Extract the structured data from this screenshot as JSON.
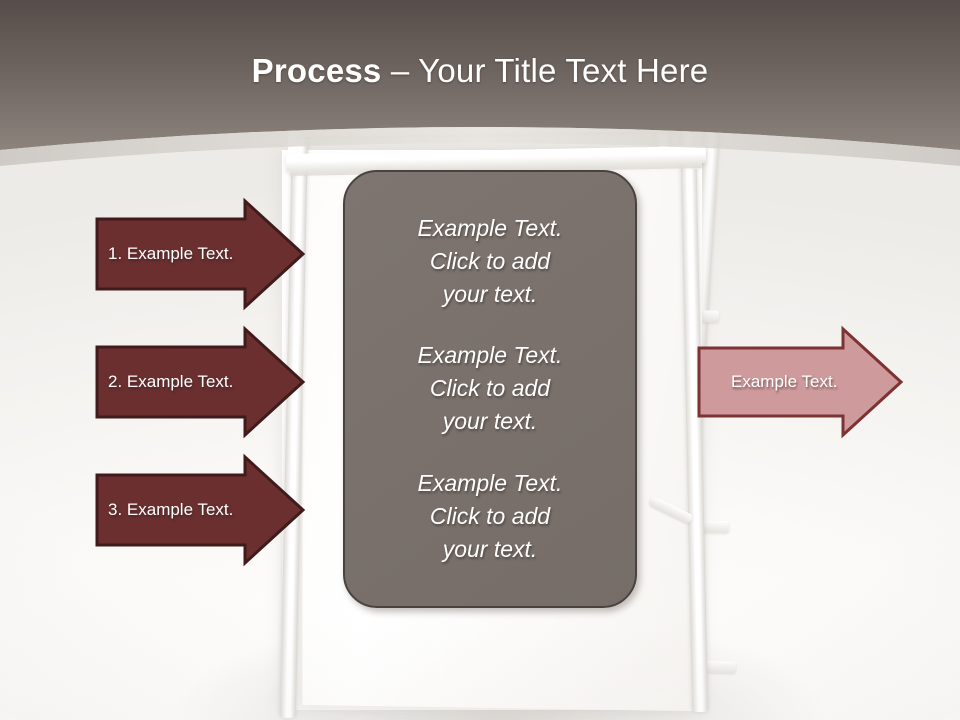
{
  "slide": {
    "title_bold": "Process",
    "title_rest": " – Your Title Text Here"
  },
  "theme": {
    "header_top": "#5a514e",
    "header_bottom": "#8a807b",
    "panel_fill": "#7a716c",
    "panel_border": "#4a423e",
    "arrow_dark_fill": "#6b2f30",
    "arrow_dark_border": "#3f1b1c",
    "arrow_light_fill": "#cf9a9c",
    "arrow_light_border": "#7d3233",
    "text_white": "#ffffff",
    "background": "#fbfaf8"
  },
  "steps": {
    "items": [
      {
        "label": "1. Example Text."
      },
      {
        "label": "2. Example Text."
      },
      {
        "label": "3. Example Text."
      }
    ]
  },
  "center_panel": {
    "blocks": [
      {
        "text": "Example Text.\nClick  to add\nyour text."
      },
      {
        "text": "Example Text.\nClick  to add\nyour text."
      },
      {
        "text": "Example Text.\nClick  to add\nyour text."
      }
    ]
  },
  "result": {
    "label": "Example Text."
  },
  "background_scene": {
    "description": "white flip-chart easel photograph"
  }
}
